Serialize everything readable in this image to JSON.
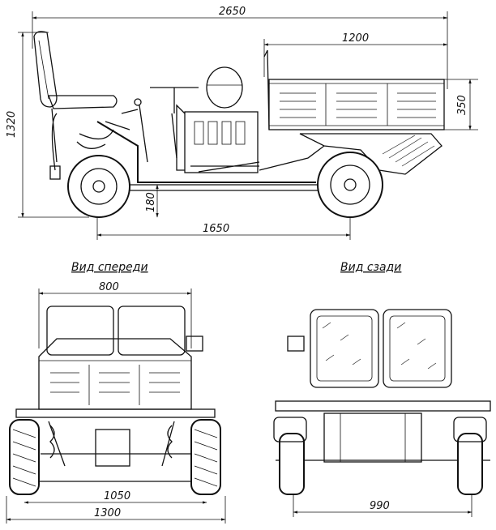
{
  "side_view": {
    "dims": {
      "overall_length": "2650",
      "box_length": "1200",
      "overall_height": "1320",
      "box_height": "350",
      "ground_clearance": "180",
      "wheelbase": "1650"
    }
  },
  "front_view": {
    "title": "Вид спереди",
    "dims": {
      "width_top": "800",
      "track": "1050",
      "overall_width": "1300"
    }
  },
  "rear_view": {
    "title": "Вид сзади",
    "dims": {
      "track": "990"
    }
  }
}
